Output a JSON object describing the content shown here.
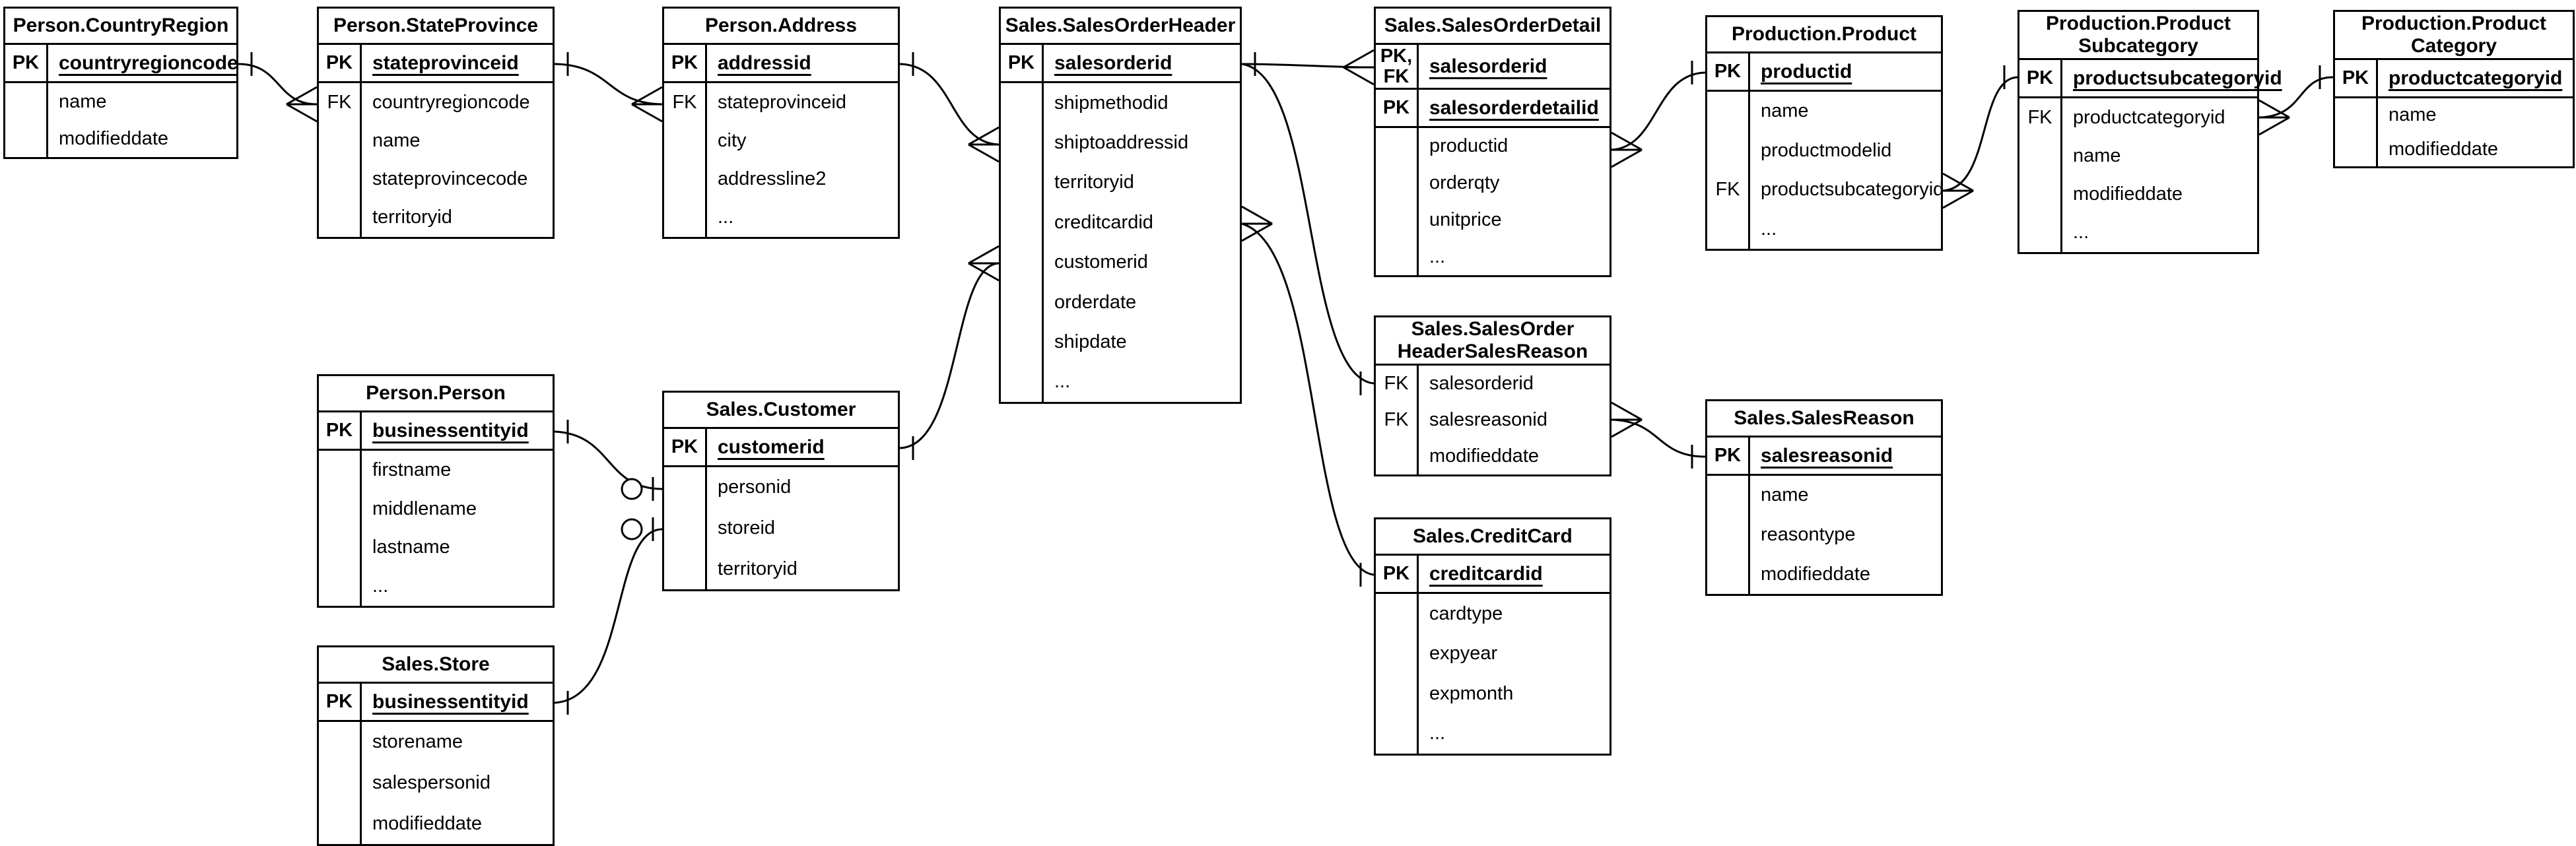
{
  "diagram": {
    "type": "entity-relationship-diagram",
    "notation": "crows-foot",
    "colors": {
      "background": "#ffffff",
      "line": "#000000",
      "text": "#000000"
    },
    "cardinality_symbols": {
      "one": "single tick",
      "many": "crow's foot",
      "zero_or_one": "circle + tick"
    }
  },
  "entities": [
    {
      "id": "person-countryregion",
      "title": "Person.CountryRegion",
      "keys": [
        {
          "key": "PK",
          "name": "countryregioncode"
        }
      ],
      "columns": [
        {
          "key": "",
          "name": "name"
        },
        {
          "key": "",
          "name": "modifieddate"
        }
      ]
    },
    {
      "id": "person-stateprovince",
      "title": "Person.StateProvince",
      "keys": [
        {
          "key": "PK",
          "name": "stateprovinceid"
        }
      ],
      "columns": [
        {
          "key": "FK",
          "name": "countryregioncode"
        },
        {
          "key": "",
          "name": "name"
        },
        {
          "key": "",
          "name": "stateprovincecode"
        },
        {
          "key": "",
          "name": "territoryid"
        }
      ]
    },
    {
      "id": "person-address",
      "title": "Person.Address",
      "keys": [
        {
          "key": "PK",
          "name": "addressid"
        }
      ],
      "columns": [
        {
          "key": "FK",
          "name": "stateprovinceid"
        },
        {
          "key": "",
          "name": "city"
        },
        {
          "key": "",
          "name": "addressline2"
        },
        {
          "key": "",
          "name": "..."
        }
      ]
    },
    {
      "id": "sales-salesorderheader",
      "title": "Sales.SalesOrderHeader",
      "keys": [
        {
          "key": "PK",
          "name": "salesorderid"
        }
      ],
      "columns": [
        {
          "key": "",
          "name": "shipmethodid"
        },
        {
          "key": "",
          "name": "shiptoaddressid"
        },
        {
          "key": "",
          "name": "territoryid"
        },
        {
          "key": "",
          "name": "creditcardid"
        },
        {
          "key": "",
          "name": "customerid"
        },
        {
          "key": "",
          "name": "orderdate"
        },
        {
          "key": "",
          "name": "shipdate"
        },
        {
          "key": "",
          "name": "..."
        }
      ]
    },
    {
      "id": "sales-salesorderdetail",
      "title": "Sales.SalesOrderDetail",
      "keys": [
        {
          "key": "PK,\nFK",
          "name": "salesorderid"
        },
        {
          "key": "PK",
          "name": "salesorderdetailid"
        }
      ],
      "columns": [
        {
          "key": "",
          "name": "productid"
        },
        {
          "key": "",
          "name": "orderqty"
        },
        {
          "key": "",
          "name": "unitprice"
        },
        {
          "key": "",
          "name": "..."
        }
      ]
    },
    {
      "id": "production-product",
      "title": "Production.Product",
      "keys": [
        {
          "key": "PK",
          "name": "productid"
        }
      ],
      "columns": [
        {
          "key": "",
          "name": "name"
        },
        {
          "key": "",
          "name": "productmodelid"
        },
        {
          "key": "FK",
          "name": "productsubcategoryid"
        },
        {
          "key": "",
          "name": "..."
        }
      ]
    },
    {
      "id": "production-productsubcategory",
      "title": "Production.Product\nSubcategory",
      "keys": [
        {
          "key": "PK",
          "name": "productsubcategoryid"
        }
      ],
      "columns": [
        {
          "key": "FK",
          "name": "productcategoryid"
        },
        {
          "key": "",
          "name": "name"
        },
        {
          "key": "",
          "name": "modifieddate"
        },
        {
          "key": "",
          "name": "..."
        }
      ]
    },
    {
      "id": "production-productcategory",
      "title": "Production.Product\nCategory",
      "keys": [
        {
          "key": "PK",
          "name": "productcategoryid"
        }
      ],
      "columns": [
        {
          "key": "",
          "name": "name"
        },
        {
          "key": "",
          "name": "modifieddate"
        }
      ]
    },
    {
      "id": "person-person",
      "title": "Person.Person",
      "keys": [
        {
          "key": "PK",
          "name": "businessentityid"
        }
      ],
      "columns": [
        {
          "key": "",
          "name": "firstname"
        },
        {
          "key": "",
          "name": "middlename"
        },
        {
          "key": "",
          "name": "lastname"
        },
        {
          "key": "",
          "name": "..."
        }
      ]
    },
    {
      "id": "sales-customer",
      "title": "Sales.Customer",
      "keys": [
        {
          "key": "PK",
          "name": "customerid"
        }
      ],
      "columns": [
        {
          "key": "",
          "name": "personid"
        },
        {
          "key": "",
          "name": "storeid"
        },
        {
          "key": "",
          "name": "territoryid"
        }
      ]
    },
    {
      "id": "sales-store",
      "title": "Sales.Store",
      "keys": [
        {
          "key": "PK",
          "name": "businessentityid"
        }
      ],
      "columns": [
        {
          "key": "",
          "name": "storename"
        },
        {
          "key": "",
          "name": "salespersonid"
        },
        {
          "key": "",
          "name": "modifieddate"
        }
      ]
    },
    {
      "id": "sales-salesorderheadersalesreason",
      "title": "Sales.SalesOrder\nHeaderSalesReason",
      "keys": [],
      "columns": [
        {
          "key": "FK",
          "name": "salesorderid"
        },
        {
          "key": "FK",
          "name": "salesreasonid"
        },
        {
          "key": "",
          "name": "modifieddate"
        }
      ]
    },
    {
      "id": "sales-salesreason",
      "title": "Sales.SalesReason",
      "keys": [
        {
          "key": "PK",
          "name": "salesreasonid"
        }
      ],
      "columns": [
        {
          "key": "",
          "name": "name"
        },
        {
          "key": "",
          "name": "reasontype"
        },
        {
          "key": "",
          "name": "modifieddate"
        }
      ]
    },
    {
      "id": "sales-creditcard",
      "title": "Sales.CreditCard",
      "keys": [
        {
          "key": "PK",
          "name": "creditcardid"
        }
      ],
      "columns": [
        {
          "key": "",
          "name": "cardtype"
        },
        {
          "key": "",
          "name": "expyear"
        },
        {
          "key": "",
          "name": "expmonth"
        },
        {
          "key": "",
          "name": "..."
        }
      ]
    }
  ],
  "relationships": [
    {
      "from_entity": "Person.CountryRegion",
      "from_field": "countryregioncode",
      "from_card": "one",
      "to_entity": "Person.StateProvince",
      "to_field": "countryregioncode",
      "to_card": "many"
    },
    {
      "from_entity": "Person.StateProvince",
      "from_field": "stateprovinceid",
      "from_card": "one",
      "to_entity": "Person.Address",
      "to_field": "stateprovinceid",
      "to_card": "many"
    },
    {
      "from_entity": "Person.Address",
      "from_field": "addressid",
      "from_card": "one",
      "to_entity": "Sales.SalesOrderHeader",
      "to_field": "shiptoaddressid",
      "to_card": "many"
    },
    {
      "from_entity": "Sales.SalesOrderHeader",
      "from_field": "salesorderid",
      "from_card": "one",
      "to_entity": "Sales.SalesOrderDetail",
      "to_field": "salesorderid",
      "to_card": "many"
    },
    {
      "from_entity": "Sales.SalesOrderHeader",
      "from_field": "salesorderid",
      "from_card": "one",
      "to_entity": "Sales.SalesOrderHeaderSalesReason",
      "to_field": "salesorderid",
      "to_card": "one"
    },
    {
      "from_entity": "Sales.SalesOrderHeader",
      "from_field": "creditcardid",
      "from_card": "many",
      "to_entity": "Sales.CreditCard",
      "to_field": "creditcardid",
      "to_card": "one"
    },
    {
      "from_entity": "Sales.Customer",
      "from_field": "customerid",
      "from_card": "one",
      "to_entity": "Sales.SalesOrderHeader",
      "to_field": "customerid",
      "to_card": "many"
    },
    {
      "from_entity": "Person.Person",
      "from_field": "businessentityid",
      "from_card": "one",
      "to_entity": "Sales.Customer",
      "to_field": "personid",
      "to_card": "zero_or_one"
    },
    {
      "from_entity": "Sales.Store",
      "from_field": "businessentityid",
      "from_card": "one",
      "to_entity": "Sales.Customer",
      "to_field": "storeid",
      "to_card": "zero_or_one"
    },
    {
      "from_entity": "Sales.SalesOrderDetail",
      "from_field": "productid",
      "from_card": "many",
      "to_entity": "Production.Product",
      "to_field": "productid",
      "to_card": "one"
    },
    {
      "from_entity": "Production.Product",
      "from_field": "productsubcategoryid",
      "from_card": "many",
      "to_entity": "Production.ProductSubcategory",
      "to_field": "productsubcategoryid",
      "to_card": "one"
    },
    {
      "from_entity": "Production.ProductSubcategory",
      "from_field": "productcategoryid",
      "from_card": "many",
      "to_entity": "Production.ProductCategory",
      "to_field": "productcategoryid",
      "to_card": "one"
    },
    {
      "from_entity": "Sales.SalesOrderHeaderSalesReason",
      "from_field": "salesreasonid",
      "from_card": "many",
      "to_entity": "Sales.SalesReason",
      "to_field": "salesreasonid",
      "to_card": "one"
    }
  ]
}
